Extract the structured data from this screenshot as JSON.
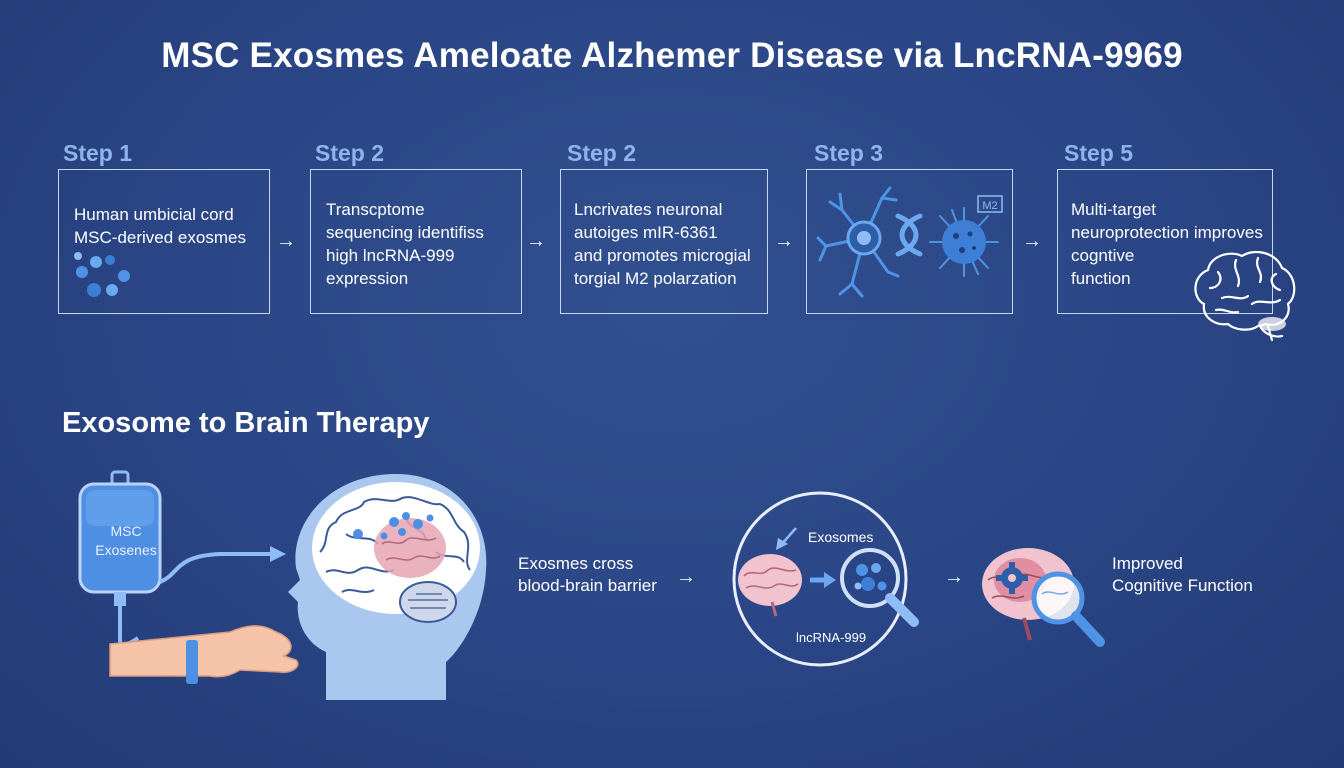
{
  "title": "MSC Exosmes Ameloate Alzhemer Disease via LncRNA-9969",
  "steps": [
    {
      "label": "Step 1",
      "lines": [
        "Human umbicial cord",
        "MSC-derived exosmes"
      ]
    },
    {
      "label": "Step 2",
      "lines": [
        "Transcptome",
        "sequencing identifiss",
        "high lncRNA-999",
        "expression"
      ]
    },
    {
      "label": "Step 2",
      "lines": [
        "Lncrivates neuronal",
        "autoiges mIR-6361",
        "and promotes microgial",
        "torgial M2 polarzation"
      ]
    },
    {
      "label": "Step 3",
      "badge": "M2"
    },
    {
      "label": "Step 5",
      "lines": [
        "Multi-target",
        "neuroprotection improves",
        "cogntive",
        "function"
      ]
    }
  ],
  "arrow_glyph": "→",
  "section": {
    "title": "Exosome to Brain Therapy",
    "iv_bag": [
      "MSC",
      "Exosenes"
    ],
    "cross_caption": [
      "Exosmes cross",
      "blood-brain barrier"
    ],
    "circle_label_top": "Exosomes",
    "circle_label_bottom": "lncRNA-999",
    "result_caption": [
      "Improved",
      "Cognitive Function"
    ]
  },
  "icons": {
    "step1": "exosome-dots-icon",
    "step3_neuron": "neuron-icon",
    "step3_dna": "dna-helix-icon",
    "step3_microglia": "microglia-icon",
    "step5": "brain-outline-icon",
    "iv": "iv-bag-icon",
    "head": "head-brain-icon",
    "magnifier": "magnifier-icon",
    "gear": "gear-icon"
  },
  "colors": {
    "background": "#2a4585",
    "step_label": "#8fb4ea",
    "box_border": "#c9d6f0",
    "accent_blue": "#4f93e6",
    "brain_pink": "#e6a4b4"
  }
}
